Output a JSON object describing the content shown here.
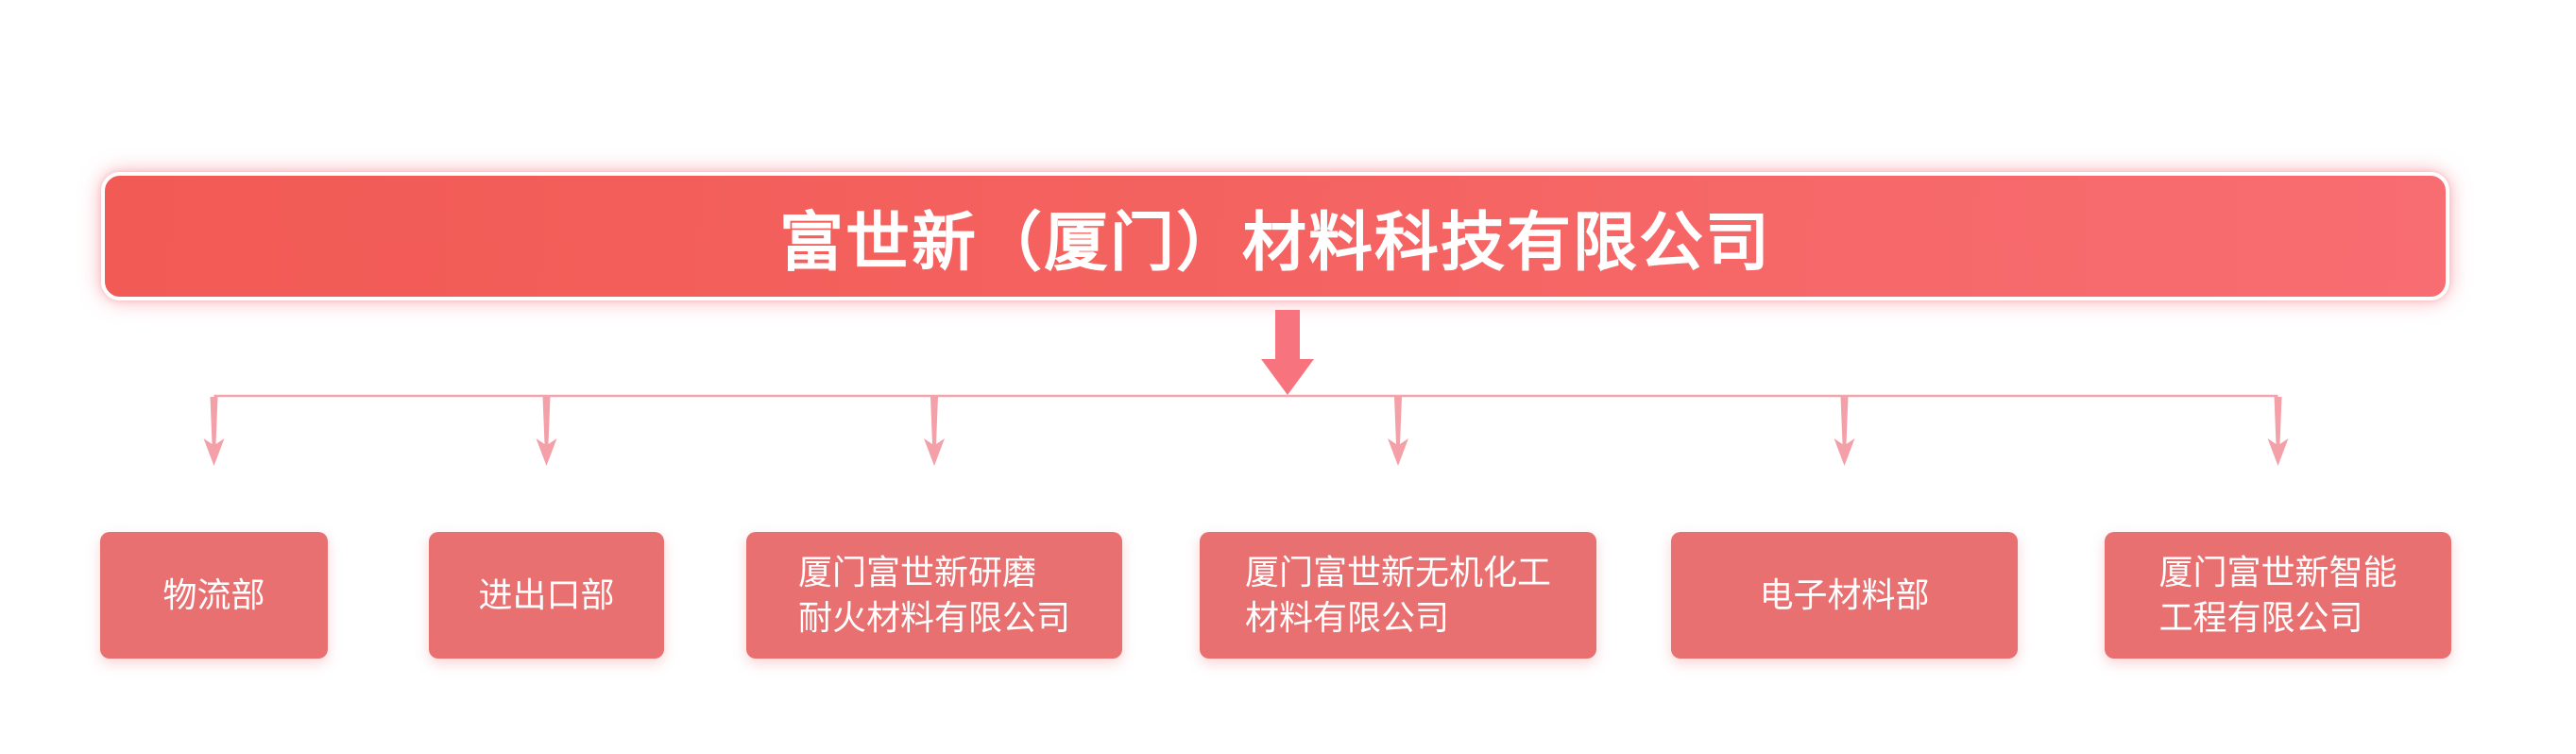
{
  "colors": {
    "main-box-start": "#f25a55",
    "main-box-mid": "#f4625f",
    "main-box-end": "#f86d72",
    "child-box": "#e97070",
    "big-arrow": "#f7747e",
    "connector": "#f3a4aa",
    "small-arrow": "#f4a0a8",
    "text": "#ffffff"
  },
  "org": {
    "root": {
      "name": "富世新（厦门）材料科技有限公司"
    },
    "children": [
      {
        "name": "物流部"
      },
      {
        "name": "进出口部"
      },
      {
        "name": "厦门富世新研磨\n耐火材料有限公司"
      },
      {
        "name": "厦门富世新无机化工\n材料有限公司"
      },
      {
        "name": "电子材料部"
      },
      {
        "name": "厦门富世新智能\n工程有限公司"
      }
    ]
  }
}
